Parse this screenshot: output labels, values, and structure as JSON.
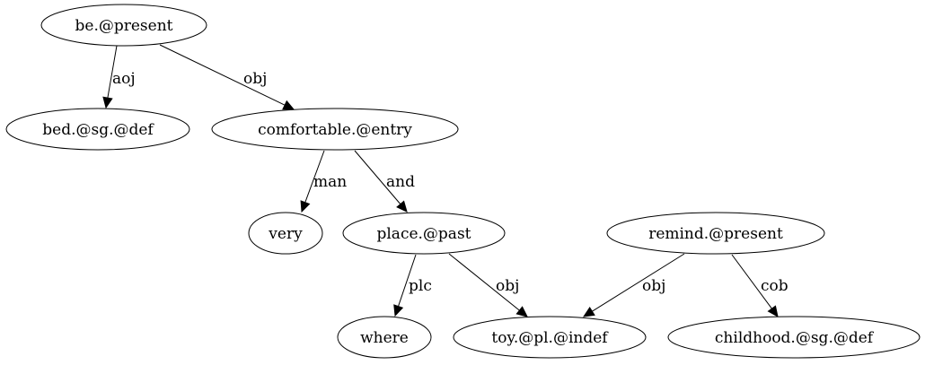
{
  "diagram": {
    "type": "directed-graph",
    "nodes": [
      {
        "id": "be",
        "label": "be.@present"
      },
      {
        "id": "bed",
        "label": "bed.@sg.@def"
      },
      {
        "id": "comfortable",
        "label": "comfortable.@entry"
      },
      {
        "id": "very",
        "label": "very"
      },
      {
        "id": "place",
        "label": "place.@past"
      },
      {
        "id": "remind",
        "label": "remind.@present"
      },
      {
        "id": "where",
        "label": "where"
      },
      {
        "id": "toy",
        "label": "toy.@pl.@indef"
      },
      {
        "id": "childhood",
        "label": "childhood.@sg.@def"
      }
    ],
    "edges": [
      {
        "id": "e1",
        "from": "be",
        "to": "bed",
        "label": "aoj"
      },
      {
        "id": "e2",
        "from": "be",
        "to": "comfortable",
        "label": "obj"
      },
      {
        "id": "e3",
        "from": "comfortable",
        "to": "very",
        "label": "man"
      },
      {
        "id": "e4",
        "from": "comfortable",
        "to": "place",
        "label": "and"
      },
      {
        "id": "e5",
        "from": "place",
        "to": "where",
        "label": "plc"
      },
      {
        "id": "e6",
        "from": "place",
        "to": "toy",
        "label": "obj"
      },
      {
        "id": "e7",
        "from": "remind",
        "to": "toy",
        "label": "obj"
      },
      {
        "id": "e8",
        "from": "remind",
        "to": "childhood",
        "label": "cob"
      }
    ]
  }
}
